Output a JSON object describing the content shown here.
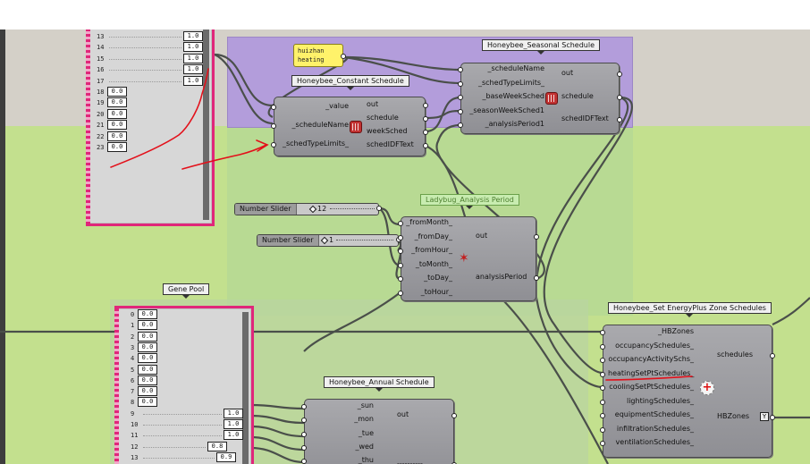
{
  "colors": {
    "canvas": "#d4d0c8",
    "green_group": "#c3e08e",
    "purple_group": "#b39ddb",
    "genepool_border": "#e0267a",
    "annotation": "#e3101a"
  },
  "gene_pool_top": {
    "rows": [
      {
        "index": "13",
        "value": "1.0"
      },
      {
        "index": "14",
        "value": "1.0"
      },
      {
        "index": "15",
        "value": "1.0"
      },
      {
        "index": "16",
        "value": "1.0"
      },
      {
        "index": "17",
        "value": "1.0"
      },
      {
        "index": "18",
        "value": "0.0"
      },
      {
        "index": "19",
        "value": "0.0"
      },
      {
        "index": "20",
        "value": "0.0"
      },
      {
        "index": "21",
        "value": "0.0"
      },
      {
        "index": "22",
        "value": "0.0"
      },
      {
        "index": "23",
        "value": "0.0"
      }
    ]
  },
  "gene_pool_bottom": {
    "title": "Gene Pool",
    "rows": [
      {
        "index": "0",
        "value": "0.0"
      },
      {
        "index": "1",
        "value": "0.0"
      },
      {
        "index": "2",
        "value": "0.0"
      },
      {
        "index": "3",
        "value": "0.0"
      },
      {
        "index": "4",
        "value": "0.0"
      },
      {
        "index": "5",
        "value": "0.0"
      },
      {
        "index": "6",
        "value": "0.0"
      },
      {
        "index": "7",
        "value": "0.0"
      },
      {
        "index": "8",
        "value": "0.0"
      },
      {
        "index": "9",
        "value": "1.0"
      },
      {
        "index": "10",
        "value": "1.0"
      },
      {
        "index": "11",
        "value": "1.0"
      },
      {
        "index": "12",
        "value": "0.8"
      },
      {
        "index": "13",
        "value": "0.9"
      }
    ]
  },
  "panel_note": {
    "line1": "huizhan",
    "line2": "heating"
  },
  "constant_schedule": {
    "title": "Honeybee_Constant Schedule",
    "inputs": [
      "_value",
      "_scheduleName",
      "_schedTypeLimits_"
    ],
    "outputs": [
      "out",
      "schedule",
      "weekSched",
      "schedIDFText"
    ]
  },
  "seasonal_schedule": {
    "title": "Honeybee_Seasonal Schedule",
    "inputs": [
      "_scheduleName",
      "_schedTypeLimits_",
      "_baseWeekSched",
      "_seasonWeekSched1",
      "_analysisPeriod1"
    ],
    "outputs": [
      "out",
      "schedule",
      "schedIDFText"
    ]
  },
  "analysis_period": {
    "title": "Ladybug_Analysis Period",
    "inputs": [
      "_fromMonth_",
      "_fromDay_",
      "_fromHour_",
      "_toMonth_",
      "_toDay_",
      "_toHour_"
    ],
    "outputs": [
      "out",
      "analysisPeriod"
    ]
  },
  "slider1": {
    "label": "Number Slider",
    "value": "12"
  },
  "slider2": {
    "label": "Number Slider",
    "value": "1"
  },
  "zone_schedules": {
    "title": "Honeybee_Set EnergyPlus Zone Schedules",
    "inputs": [
      "_HBZones",
      "occupancySchedules_",
      "occupancyActivitySchs_",
      "heatingSetPtSchedules_",
      "coolingSetPtSchedules_",
      "lightingSchedules_",
      "equipmentSchedules_",
      "infiltrationSchedules_",
      "ventilationSchedules_"
    ],
    "outputs": [
      "schedules",
      "HBZones"
    ],
    "toggle": "Y"
  },
  "annual_schedule": {
    "title": "Honeybee_Annual Schedule",
    "inputs": [
      "_sun",
      "_mon",
      "_tue",
      "_wed",
      "_thu"
    ],
    "outputs": [
      "out",
      "----------"
    ]
  }
}
